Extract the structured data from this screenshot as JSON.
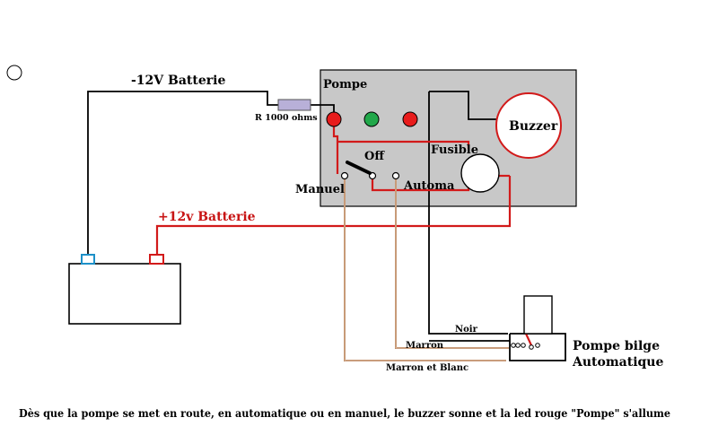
{
  "labels": {
    "neg_battery": "-12V Batterie",
    "pos_battery": "+12v Batterie",
    "pump_panel": "Pompe",
    "resistor": "R  1000 ohms",
    "buzzer": "Buzzer",
    "fuse": "Fusible",
    "switch_off": "Off",
    "switch_manual": "Manuel",
    "switch_auto": "Automa",
    "wire_black": "Noir",
    "wire_brown": "Marron",
    "wire_brown_white": "Marron et Blanc",
    "bilge_pump_line1": "Pompe bilge",
    "bilge_pump_line2": "Automatique"
  },
  "caption": "Dès que la pompe se met en route, en automatique ou en manuel, le buzzer sonne et la led rouge \"Pompe\"  s'allume",
  "colors": {
    "panel_fill": "#c8c8c8",
    "wire_black": "#000000",
    "wire_red": "#d21a1a",
    "wire_brown": "#b07a50",
    "led_red": "#e81c1c",
    "led_green": "#21a84a",
    "terminal_negative": "#1e90c8",
    "terminal_positive": "#d21a1a",
    "resistor": "#b8b0d8"
  }
}
